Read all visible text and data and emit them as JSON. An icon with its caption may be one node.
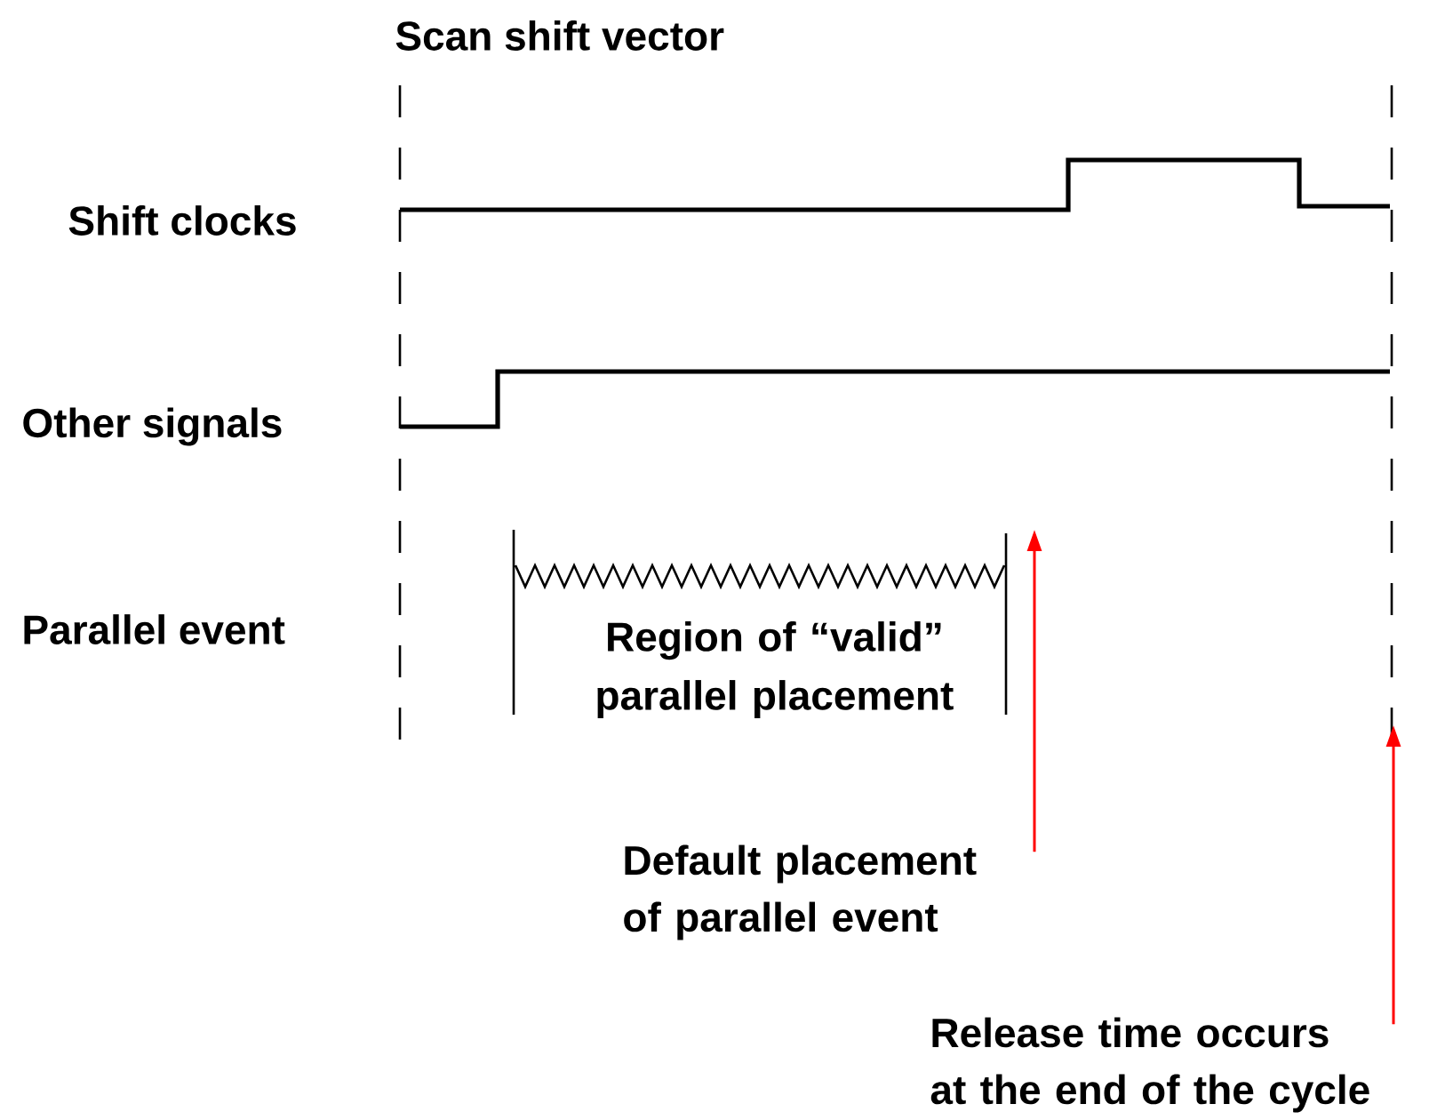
{
  "diagram": {
    "nodes": [
      {
        "text": [
          "Region of “valid” parallel placement"
        ]
      },
      {
        "text": [
          "Default placement of parallel event"
        ]
      },
      {
        "text": [
          "Release time occurs at the end of the cycle"
        ]
      }
    ],
    "edges": [
      {
        "from": 1,
        "to": 0,
        "arrow": "to",
        "color": "#ff0000"
      },
      {
        "from": 2,
        "to": null,
        "arrow": "to",
        "color": "#ff0000"
      }
    ],
    "labels": [
      "Scan shift vector",
      "Shift clocks",
      "Other signals",
      "Parallel event"
    ]
  }
}
